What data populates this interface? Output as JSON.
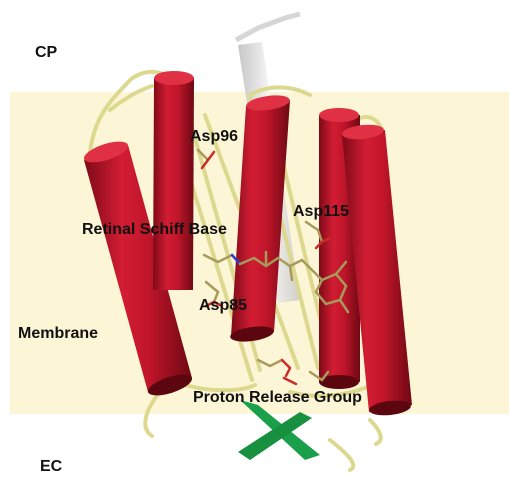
{
  "labels": {
    "cp": "CP",
    "ec": "EC",
    "membrane": "Membrane",
    "asp96": "Asp96",
    "asp115": "Asp115",
    "asp85": "Asp85",
    "retinal": "Retinal Schiff Base",
    "proton_release": "Proton Release Group"
  },
  "colors": {
    "membrane": "#fdf6d6",
    "helix": "#c0152a",
    "helix_dark": "#7d0a18",
    "ribbon": "#e8e6a8",
    "ghost_helix": "#dcdcdc",
    "beta_sheet": "#1aa04a",
    "residue": "#a89a5c",
    "oxygen": "#cc2a2a",
    "nitrogen": "#2a3ec8"
  }
}
